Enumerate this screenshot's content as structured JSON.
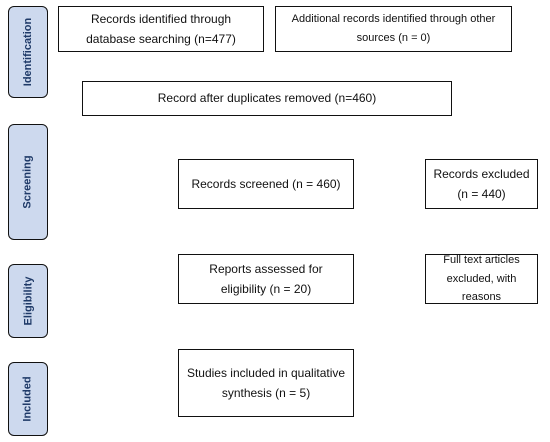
{
  "stages": {
    "identification": "Identification",
    "screening": "Screening",
    "eligibility": "Eligibility",
    "included": "Included"
  },
  "boxes": {
    "database_records": "Records identified through database searching (n=477)",
    "other_records": "Additional records identified through other sources (n = 0)",
    "after_duplicates": "Record after duplicates removed (n=460)",
    "screened": "Records screened (n = 460)",
    "excluded": "Records excluded (n = 440)",
    "assessed": "Reports assessed for eligibility (n = 20)",
    "full_text_excluded": "Full text articles excluded, with reasons",
    "included": "Studies included in qualitative synthesis (n = 5)"
  }
}
